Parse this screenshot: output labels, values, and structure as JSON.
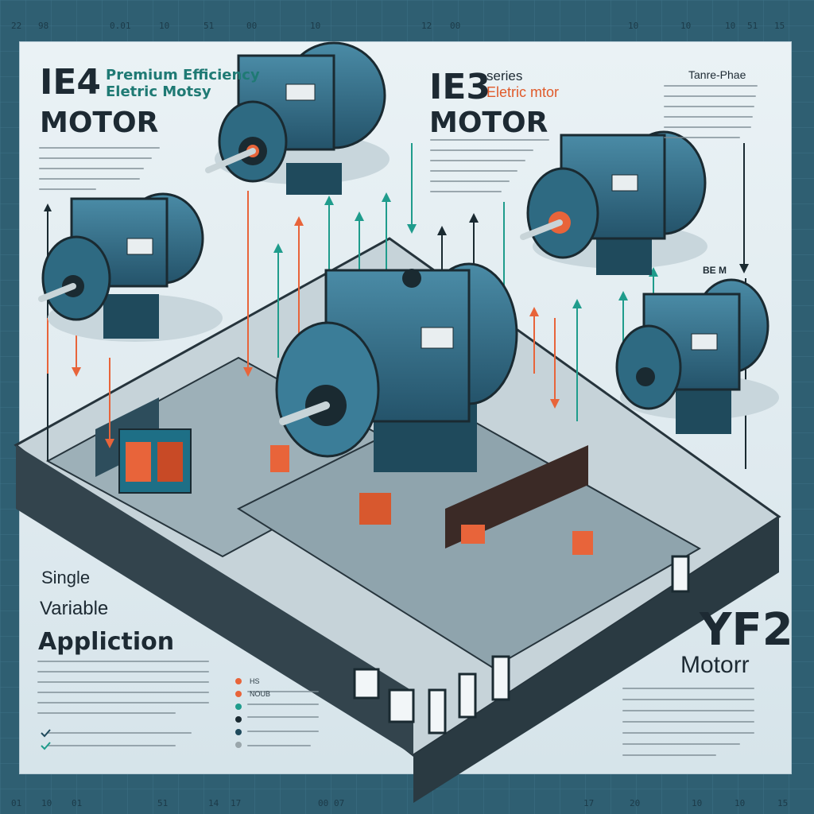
{
  "rulers": {
    "top": [
      "22",
      "98",
      "0.01",
      "10",
      "51",
      "00",
      "10",
      "12",
      "00",
      "10",
      "10",
      "10",
      "51",
      "15"
    ],
    "bottom": [
      "01",
      "10",
      "01",
      "51",
      "14",
      "17",
      "00",
      "07",
      "17",
      "20",
      "10",
      "10",
      "15"
    ]
  },
  "ie4": {
    "code": "IE4",
    "line1": "Premium Efficiency",
    "line2": "Eletric Motsy",
    "motor": "MOTOR"
  },
  "ie3": {
    "code": "IE3",
    "series": "series",
    "subtitle": "Eletric mtor",
    "motor": "MOTOR"
  },
  "three_phase": "Tanre-Phae",
  "be_m": "BE  M",
  "application": {
    "line1": "Single",
    "line2": "Variable",
    "line3": "Appliction"
  },
  "yf2": {
    "code": "YF2",
    "motor": "Motorr"
  },
  "legend": {
    "item1": "HS",
    "item2": "NOUB"
  },
  "colors": {
    "accent_orange": "#e8643a",
    "accent_teal": "#1f9c8c",
    "motor_body": "#2f6f88",
    "panel": "#e6eff3",
    "background": "#2f5f72"
  }
}
